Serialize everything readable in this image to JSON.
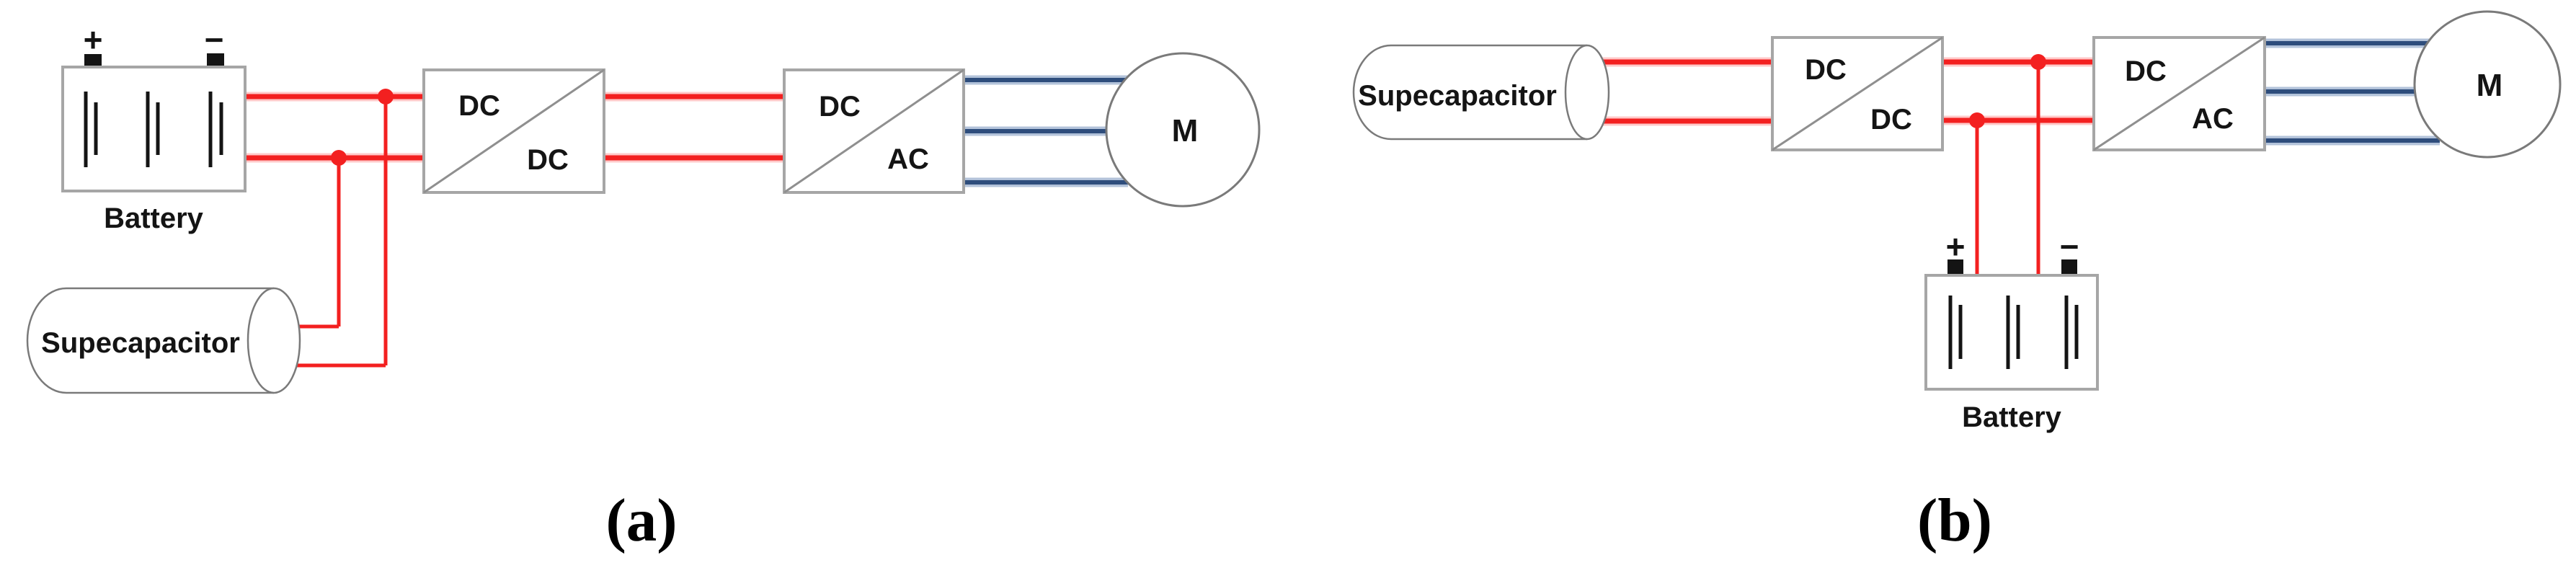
{
  "figure": {
    "caption_a": "(a)",
    "caption_b": "(b)"
  },
  "panel_a": {
    "battery": {
      "label": "Battery",
      "plus": "+",
      "minus": "−"
    },
    "supercapacitor": {
      "label": "Supecapacitor"
    },
    "dc_dc_converter": {
      "input_label": "DC",
      "output_label": "DC"
    },
    "dc_ac_converter": {
      "input_label": "DC",
      "output_label": "AC"
    },
    "motor": {
      "label": "M"
    }
  },
  "panel_b": {
    "supercapacitor": {
      "label": "Supecapacitor"
    },
    "dc_dc_converter": {
      "input_label": "DC",
      "output_label": "DC"
    },
    "dc_ac_converter": {
      "input_label": "DC",
      "output_label": "AC"
    },
    "battery": {
      "label": "Battery",
      "plus": "+",
      "minus": "−"
    },
    "motor": {
      "label": "M"
    }
  },
  "colors": {
    "wire_dc": "#f32020",
    "wire_dc_halo": "#ffc9c9",
    "wire_ac": "#2e4d7c",
    "wire_ac_halo": "#b3c3da",
    "box_border": "#a6a6a6",
    "diagonal": "#8f8f8f",
    "outline": "#7a7a7a",
    "ink": "#141414"
  }
}
